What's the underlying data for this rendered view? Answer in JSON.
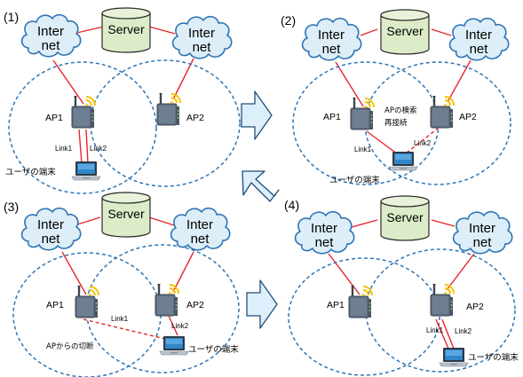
{
  "labels": {
    "internet_line1": "Inter",
    "internet_line2": "net",
    "server": "Server",
    "ap1": "AP1",
    "ap2": "AP2",
    "link1": "Link1",
    "link2": "Link2",
    "user_terminal": "ユーザの端末"
  },
  "panels": [
    {
      "number": "(1)"
    },
    {
      "number": "(2)",
      "note_line1": "APの検索",
      "note_line2": "再接続"
    },
    {
      "number": "(3)",
      "note": "APからの切断"
    },
    {
      "number": "(4)"
    }
  ],
  "colors": {
    "cloud_fill": "#ddeef8",
    "cloud_stroke": "#2f75b5",
    "server_fill": "#ddecc8",
    "server_stroke": "#2a2a2a",
    "link_red": "#e6262b",
    "coverage_blue": "#2f75b5",
    "arrow_fill": "#ddeffa",
    "arrow_stroke": "#1f4e79",
    "wifi": "#f5c300",
    "ap_body": "#5e6f80"
  }
}
